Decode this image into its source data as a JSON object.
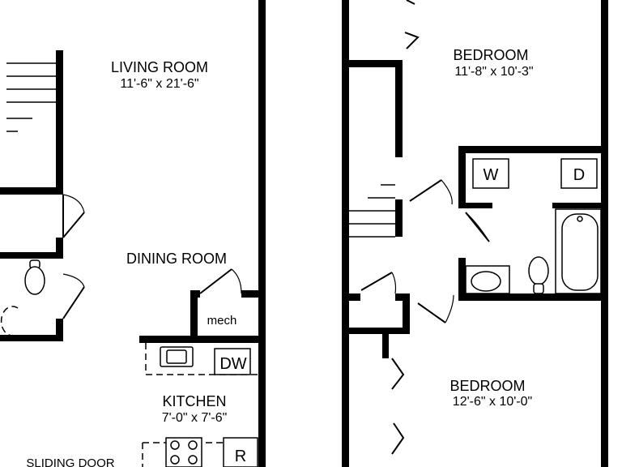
{
  "rooms": {
    "living_room": {
      "name": "LIVING ROOM",
      "dimensions": "11'-6\" x 21'-6\""
    },
    "dining_room": {
      "name": "DINING ROOM"
    },
    "kitchen": {
      "name": "KITCHEN",
      "dimensions": "7'-0\" x 7'-6\""
    },
    "mech": {
      "name": "mech"
    },
    "bedroom_1": {
      "name": "BEDROOM",
      "dimensions": "11'-8\" x 10'-3\""
    },
    "bedroom_2": {
      "name": "BEDROOM",
      "dimensions": "12'-6\" x 10'-0\""
    }
  },
  "appliances": {
    "dishwasher": "DW",
    "refrigerator": "R",
    "washer": "W",
    "dryer": "D"
  },
  "labels": {
    "sliding_door": "SLIDING DOOR"
  }
}
